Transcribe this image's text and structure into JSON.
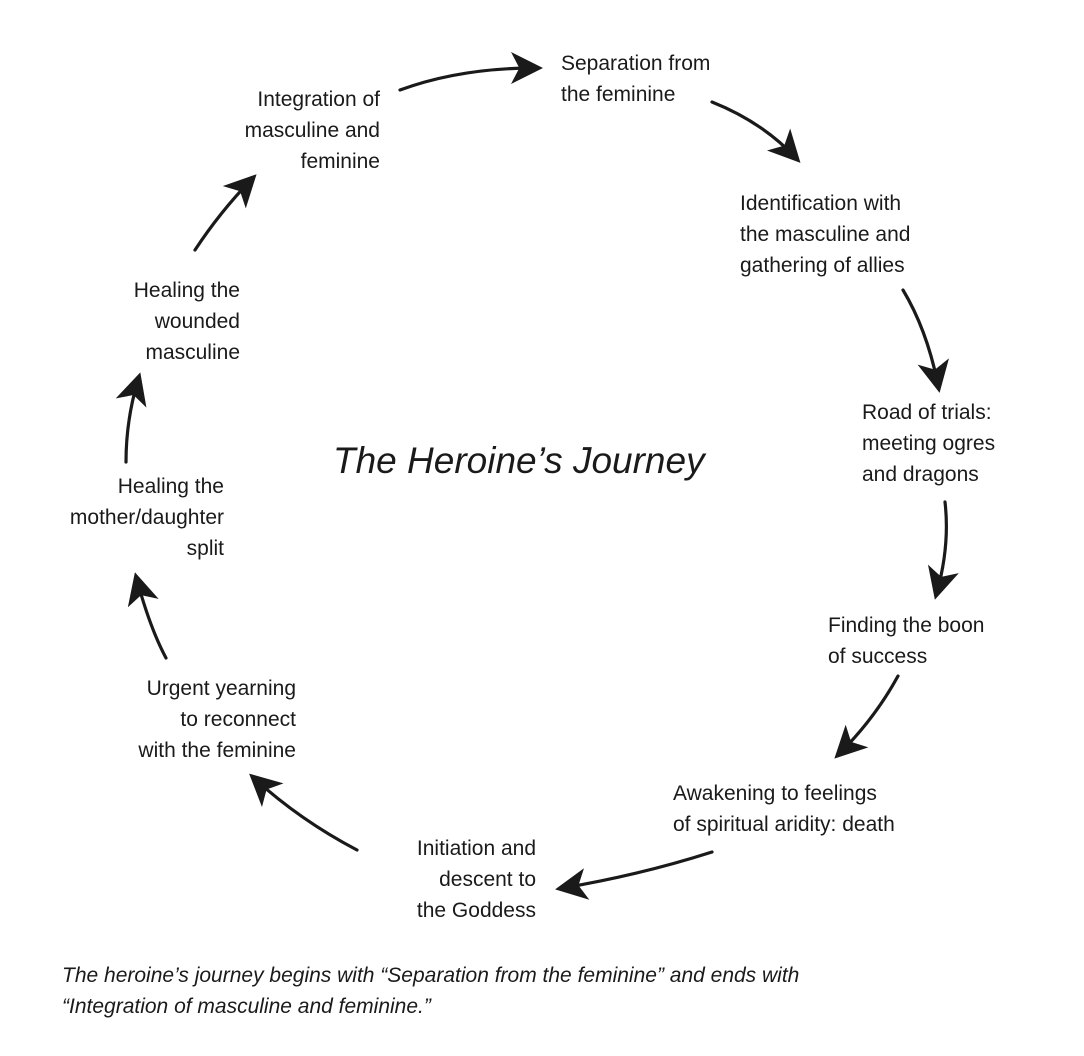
{
  "diagram": {
    "title": "The Heroine’s Journey",
    "stages": [
      {
        "id": "separation",
        "text": "Separation from\nthe feminine"
      },
      {
        "id": "identification",
        "text": "Identification with\nthe masculine and\ngathering of allies"
      },
      {
        "id": "road-of-trials",
        "text": "Road of trials:\nmeeting ogres\nand dragons"
      },
      {
        "id": "boon",
        "text": "Finding the boon\nof success"
      },
      {
        "id": "awakening",
        "text": "Awakening to feelings\nof spiritual aridity: death"
      },
      {
        "id": "initiation",
        "text": "Initiation and\ndescent to\nthe Goddess"
      },
      {
        "id": "yearning",
        "text": "Urgent yearning\nto reconnect\nwith the feminine"
      },
      {
        "id": "mother-daughter",
        "text": "Healing the\nmother/daughter\nsplit"
      },
      {
        "id": "wounded-masculine",
        "text": "Healing the\nwounded\nmasculine"
      },
      {
        "id": "integration",
        "text": "Integration of\nmasculine and\nfeminine"
      }
    ],
    "caption_line1": "The heroine’s journey begins with “Separation from the feminine” and ends with",
    "caption_line2": "“Integration of masculine and feminine.”",
    "stroke_color": "#1a1a1a"
  }
}
